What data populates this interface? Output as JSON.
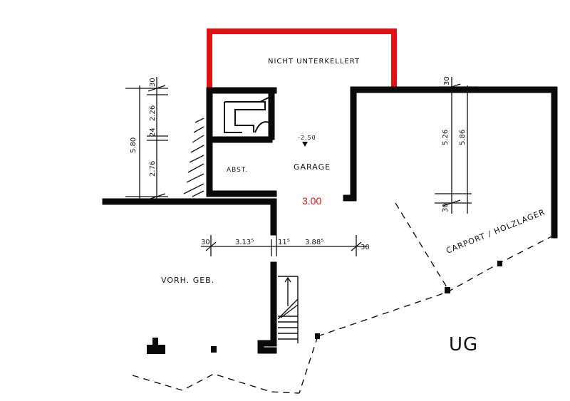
{
  "labels": {
    "not_basement": "NICHT UNTERKELLERT",
    "storage": "ABST.",
    "garage": "GARAGE",
    "garage_level": "-2.50",
    "garage_width": "3.00",
    "carport": "CARPORT / HOLZLAGER",
    "existing_building": "VORH. GEB.",
    "floor": "UG"
  },
  "dimensions": {
    "bottom": [
      "30",
      "3.13⁵",
      "11⁵",
      "3.88⁵",
      "30"
    ],
    "left_total": "5.80",
    "left_parts": [
      "30",
      "2.26",
      "24",
      "2.76"
    ],
    "right_parts": [
      "5.26",
      "5.86",
      "30",
      "30"
    ]
  },
  "colors": {
    "ink": "#0a0a0a",
    "highlight": "#e21212"
  }
}
